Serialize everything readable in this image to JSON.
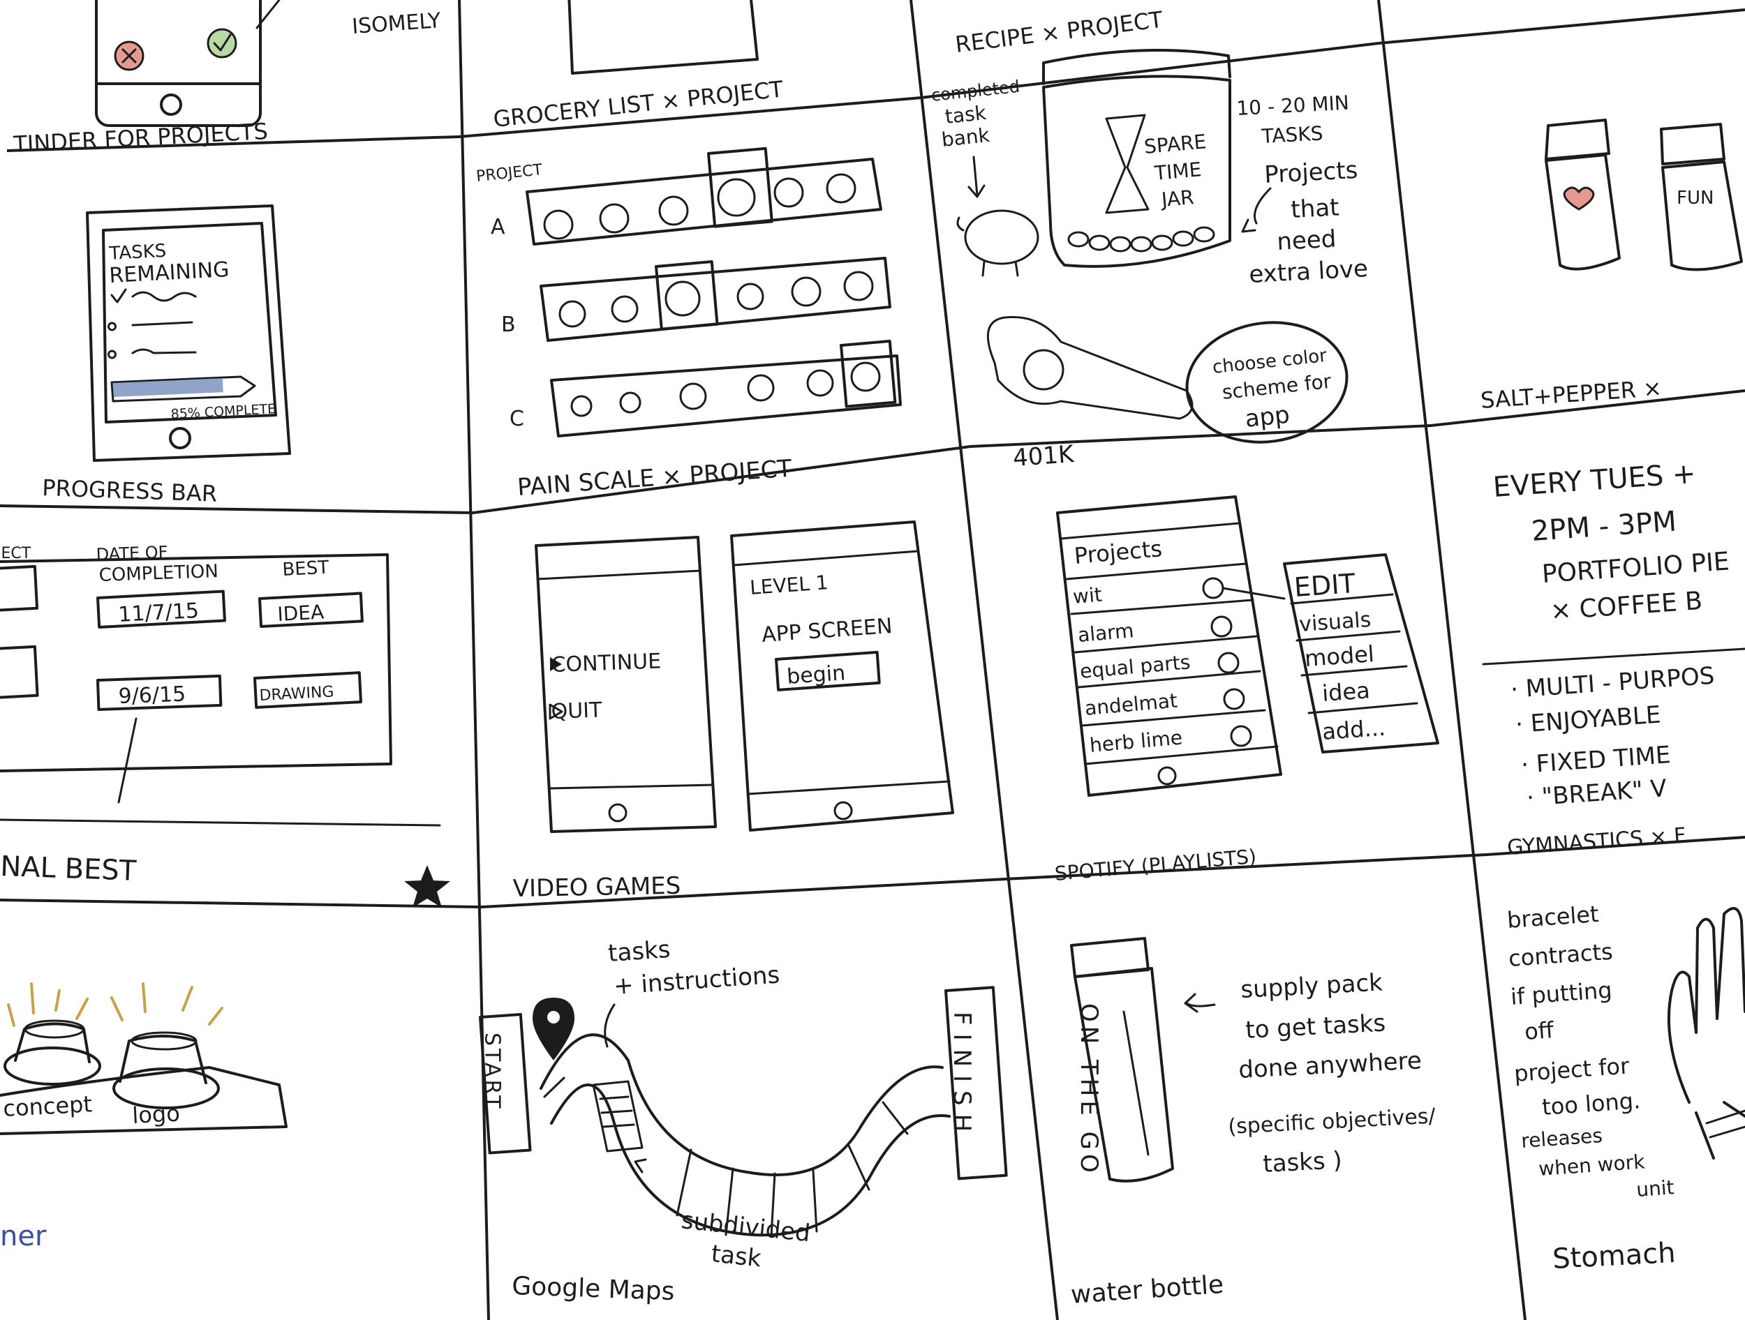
{
  "cells": {
    "top_fragment": {
      "text": "ISOMELY"
    },
    "tinder": {
      "title": "TINDER FOR PROJECTS",
      "icons": [
        "reject-icon",
        "accept-icon"
      ]
    },
    "grocery": {
      "title": "GROCERY LIST × PROJECT"
    },
    "recipe": {
      "title": "RECIPE × PROJECT"
    },
    "progress": {
      "header_line1": "TASKS",
      "header_line2": "REMAINING",
      "bar_label": "85% COMPLETE",
      "fill": 0.85,
      "title": "PROGRESS BAR"
    },
    "pain": {
      "project_label": "PROJECT",
      "rows": [
        "A",
        "B",
        "C"
      ],
      "title": "PAIN SCALE × PROJECT"
    },
    "jar": {
      "completed_line1": "completed",
      "completed_line2": "task",
      "completed_line3": "bank",
      "jar_line1": "SPARE",
      "jar_line2": "TIME",
      "jar_line3": "JAR",
      "min_line1": "10 - 20 MIN",
      "min_line2": "TASKS",
      "love_line1": "Projects",
      "love_line2": "that",
      "love_line3": "need",
      "love_line4": "extra love",
      "color_line1": "choose color",
      "color_line2": "scheme for",
      "color_line3": "app",
      "title": "401K"
    },
    "salt": {
      "bottle1_icon": "heart-icon",
      "bottle2_label": "FUN",
      "title": "SALT+PEPPER ×"
    },
    "personal": {
      "col1": "JECT",
      "col2_line1": "DATE OF",
      "col2_line2": "COMPLETION",
      "col3": "BEST",
      "row1_date": "11/7/15",
      "row1_best": "IDEA",
      "row2_date": "9/6/15",
      "row2_best": "DRAWING",
      "title": "NAL BEST",
      "star_icon": "star-icon"
    },
    "video": {
      "continue": "CONTINUE",
      "quit": "QUIT",
      "level": "LEVEL 1",
      "screen": "APP SCREEN",
      "begin": "begin",
      "title": "VIDEO GAMES"
    },
    "spotify": {
      "header": "Projects",
      "items": [
        "wit",
        "alarm",
        "equal parts",
        "andelmat",
        "herb lime"
      ],
      "menu": [
        "EDIT",
        "visuals",
        "model",
        "idea",
        "add..."
      ],
      "title": "SPOTIFY (PLAYLISTS)"
    },
    "gym": {
      "line1": "EVERY TUES +",
      "line2": "2PM - 3PM",
      "line3": "PORTFOLIO PIE",
      "line4": "× COFFEE B",
      "bullets": [
        "· MULTI - PURPOS",
        "· ENJOYABLE",
        "· FIXED TIME",
        "· \"BREAK\" V"
      ],
      "title": "GYMNASTICS × F"
    },
    "buttons": {
      "b1": "concept",
      "b2": "logo",
      "fragment": "ner"
    },
    "maps": {
      "tasks_line1": "tasks",
      "tasks_line2": "+ instructions",
      "start": "START",
      "finish": "FINISH",
      "sub_line1": "subdivided",
      "sub_line2": "task",
      "title": "Google Maps",
      "pin_icon": "map-pin-icon"
    },
    "water": {
      "bottle_text": "ON THE GO",
      "line1": "supply pack",
      "line2": "to get tasks",
      "line3": "done anywhere",
      "line4": "(specific objectives/",
      "line5": "tasks )",
      "title": "water bottle"
    },
    "stomach": {
      "line1": "bracelet",
      "line2": "contracts",
      "line3": "if putting",
      "line4": "off",
      "line5": "project for",
      "line6": "too long.",
      "line7": "releases",
      "line8": "when work",
      "line9": "unit",
      "title": "Stomach"
    }
  }
}
